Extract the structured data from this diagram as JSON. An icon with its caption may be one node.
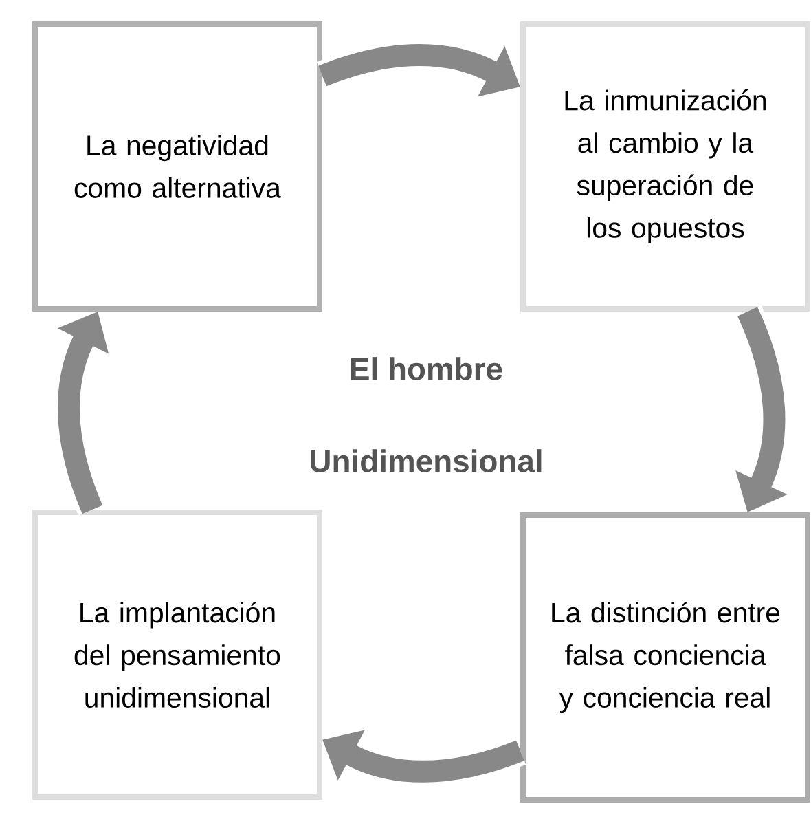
{
  "diagram": {
    "nodes": [
      {
        "text": [
          "La negatividad como alternativa"
        ]
      },
      {
        "text": [
          "La inmunización al cambio y la superación de los opuestos"
        ]
      },
      {
        "text": [
          "La distinción entre falsa conciencia y conciencia real"
        ]
      },
      {
        "text": [
          "La implantación del pensamiento unidimensional"
        ]
      }
    ],
    "edges": [
      {
        "from": 0,
        "to": 1,
        "arrow": "to"
      },
      {
        "from": 1,
        "to": 2,
        "arrow": "to"
      },
      {
        "from": 2,
        "to": 3,
        "arrow": "to"
      },
      {
        "from": 3,
        "to": 0,
        "arrow": "to"
      }
    ],
    "labels": [
      "El hombre",
      "Unidimensional"
    ]
  }
}
